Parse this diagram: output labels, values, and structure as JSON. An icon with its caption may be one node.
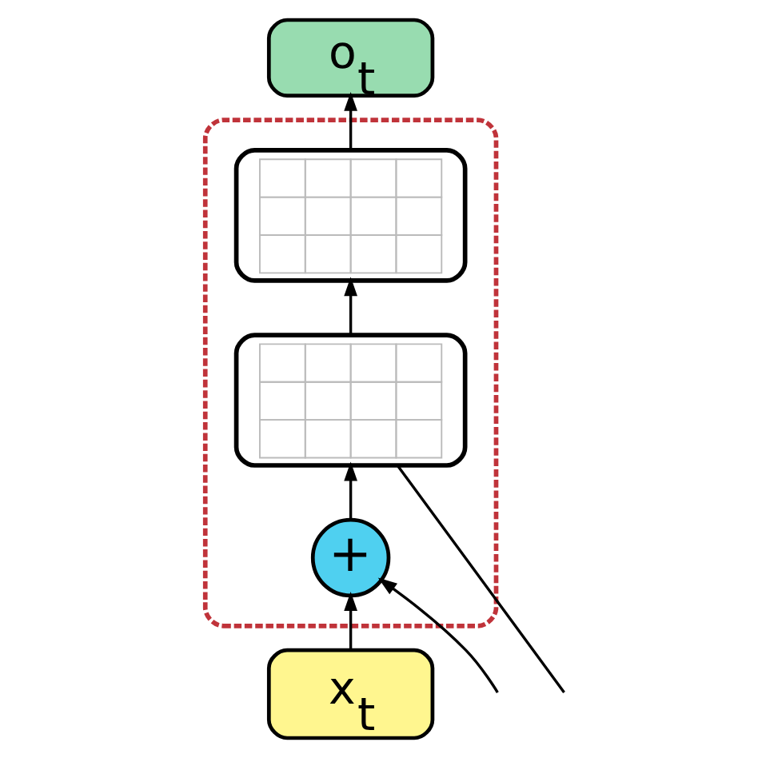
{
  "diagram": {
    "nodes": [
      {
        "text": [
          "o$_{t}$"
        ]
      },
      {
        "text": [],
        "shape": "box"
      },
      {
        "text": [],
        "shape": "picture",
        "in": 1
      },
      {
        "text": [],
        "shape": "picture",
        "in": 1
      },
      {
        "text": [
          "+"
        ],
        "in": 1
      },
      {
        "text": [
          "x$_{t}$"
        ]
      }
    ],
    "edges": [
      {
        "from": 5,
        "to": 4,
        "arrow": "to"
      },
      {
        "from": null,
        "to": 4,
        "arrow": "to"
      },
      {
        "from": 4,
        "to": 3,
        "arrow": "to"
      },
      {
        "from": 3,
        "to": 2,
        "arrow": "to"
      },
      {
        "from": 3,
        "to": null,
        "arrow": "none"
      },
      {
        "from": 2,
        "to": 0,
        "arrow": "to"
      }
    ]
  }
}
